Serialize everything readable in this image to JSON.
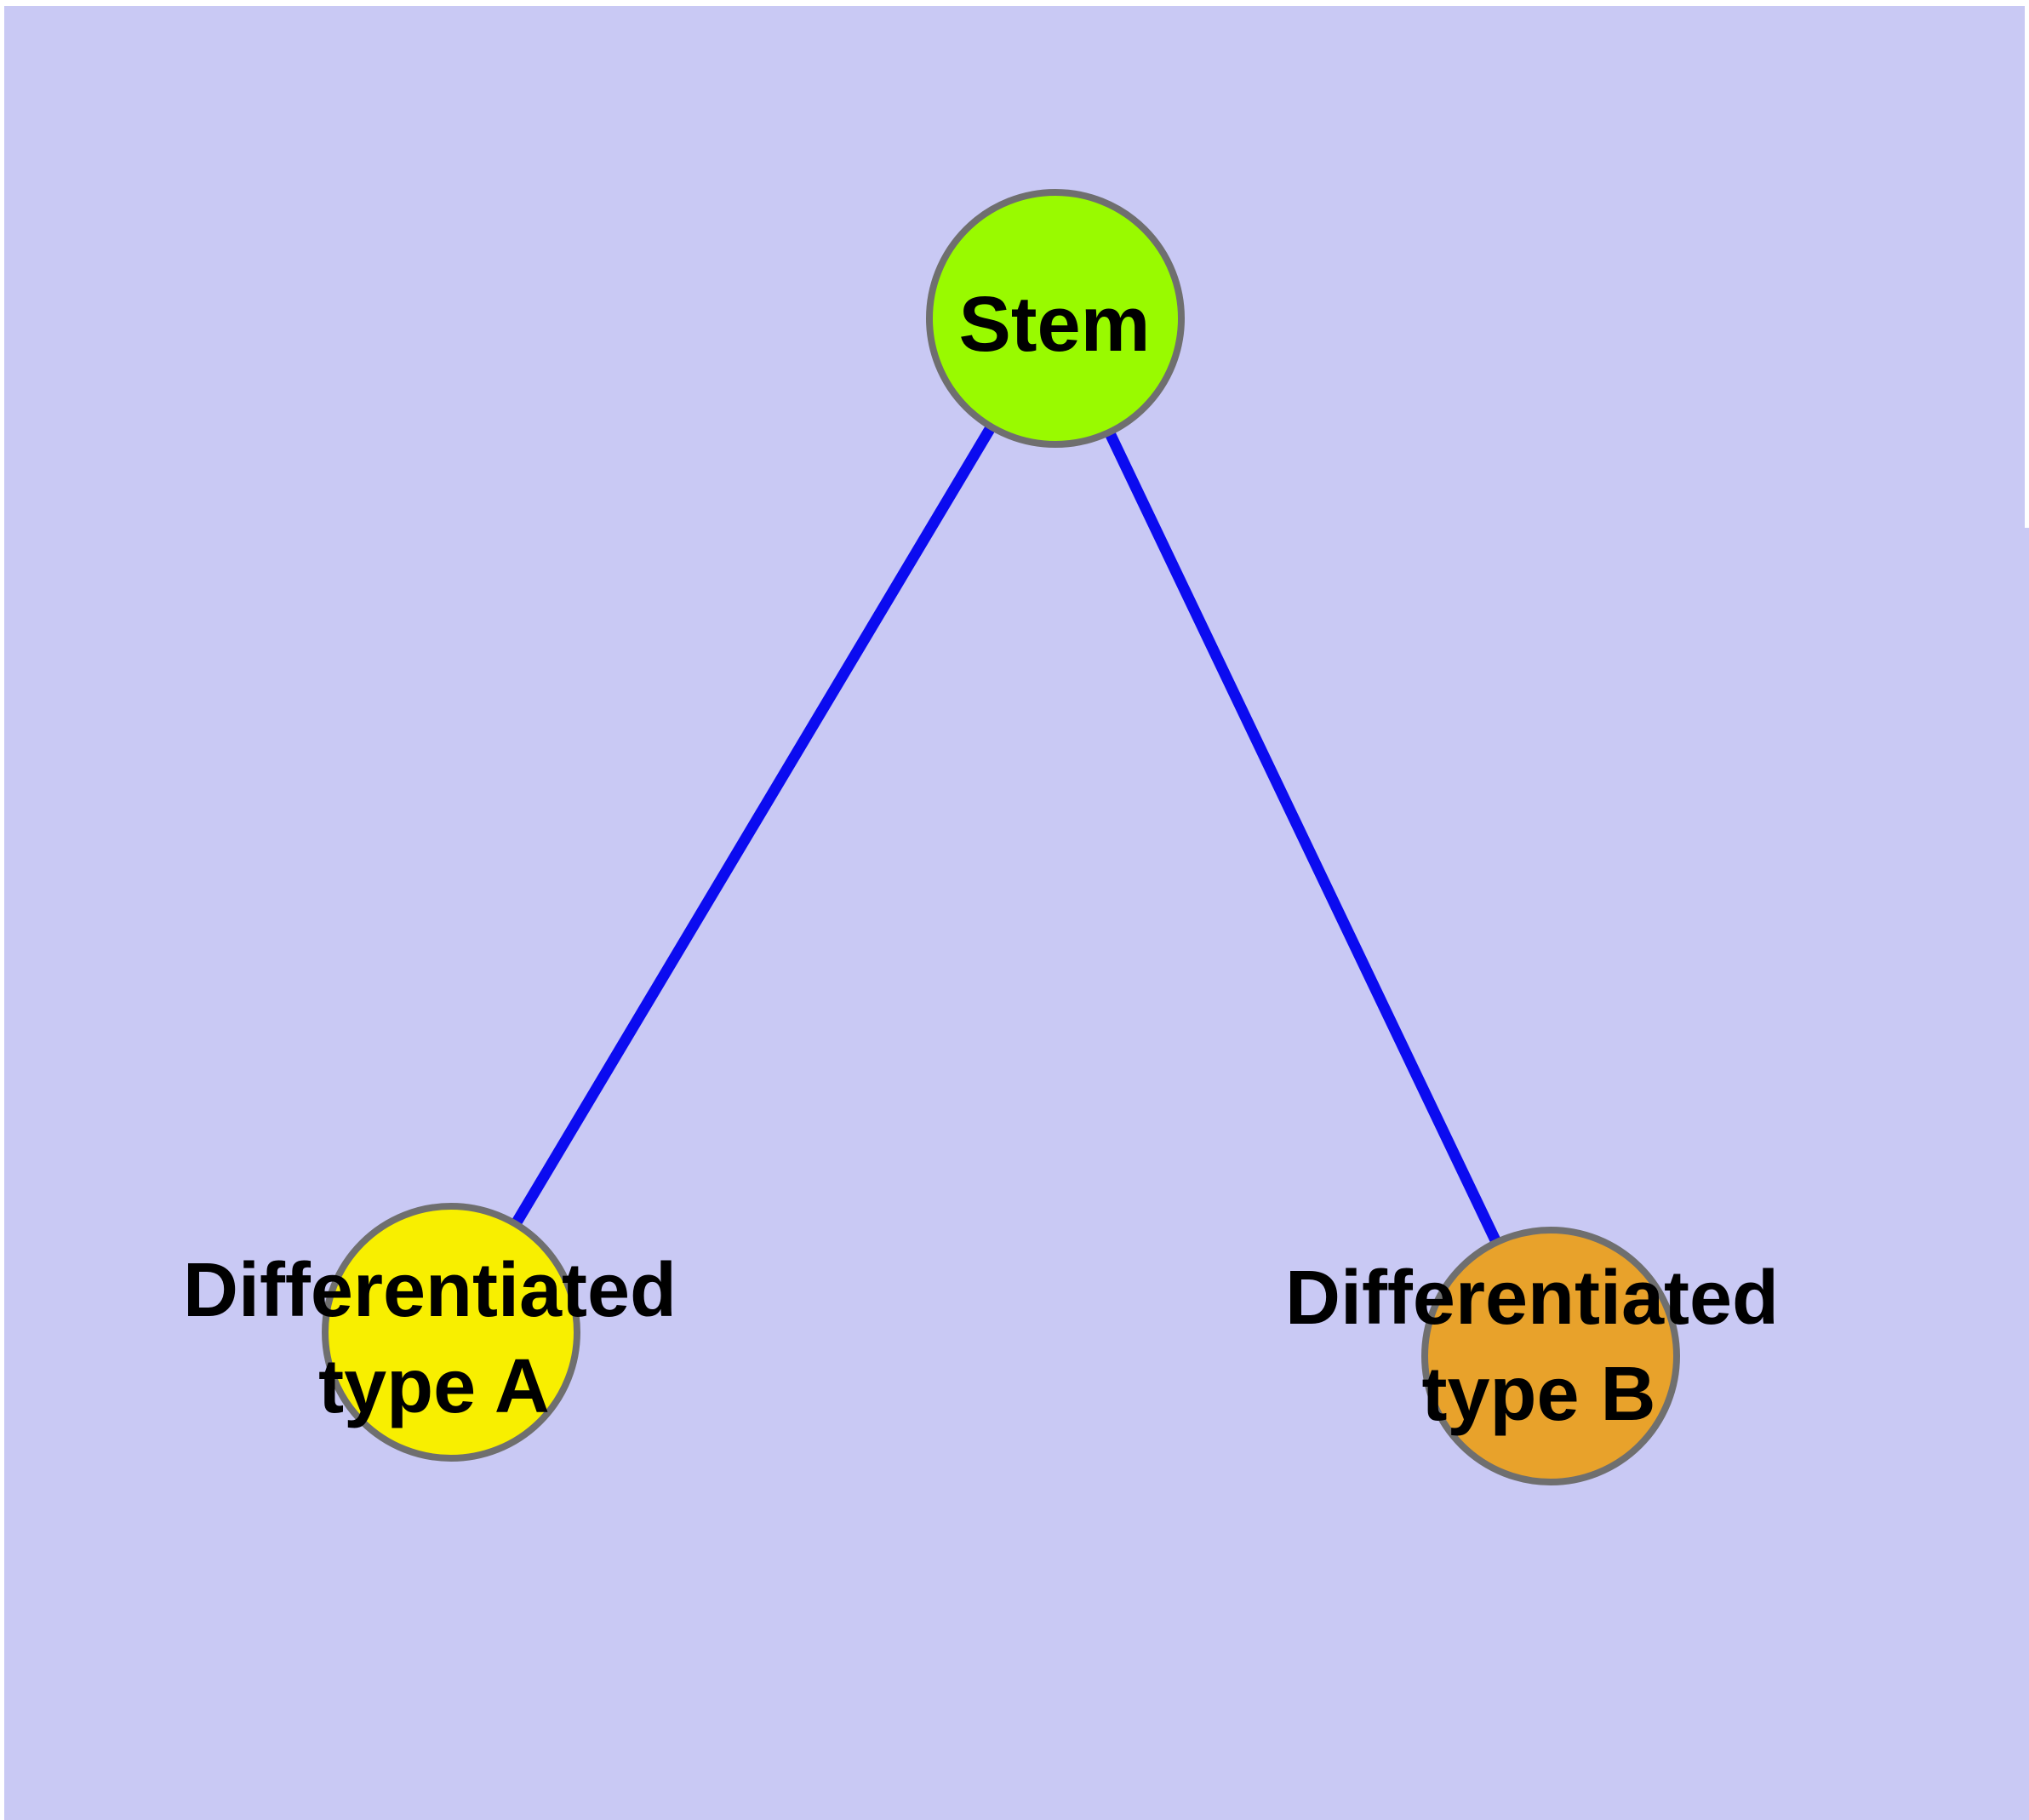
{
  "diagram": {
    "background_color": "#c9c9f4",
    "frame_color": "#ffffff",
    "edge_color": "#0b0bf0",
    "node_border_color": "#6f6f6f",
    "text_color": "#000000",
    "nodes": {
      "stem": {
        "label": "Stem",
        "fill": "#99fa00"
      },
      "type_a": {
        "label_line1": "Differentiated",
        "label_line2": "type A",
        "fill": "#f8ef00"
      },
      "type_b": {
        "label_line1": "Differentiated",
        "label_line2": "type B",
        "fill": "#e8a22b"
      }
    },
    "edges": [
      {
        "from": "Stem",
        "to": "Differentiated type A"
      },
      {
        "from": "Stem",
        "to": "Differentiated type B"
      }
    ]
  }
}
